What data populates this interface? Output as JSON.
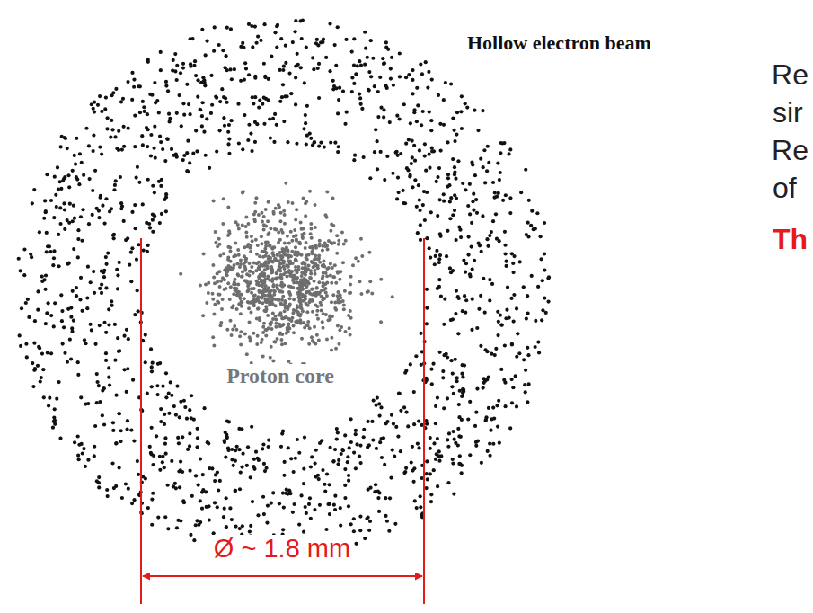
{
  "diagram": {
    "labels": [
      "Hollow electron beam",
      "Proton core",
      "Ø ~ 1.8 mm",
      "Re",
      "sir",
      "Re",
      "of",
      "Th"
    ]
  }
}
